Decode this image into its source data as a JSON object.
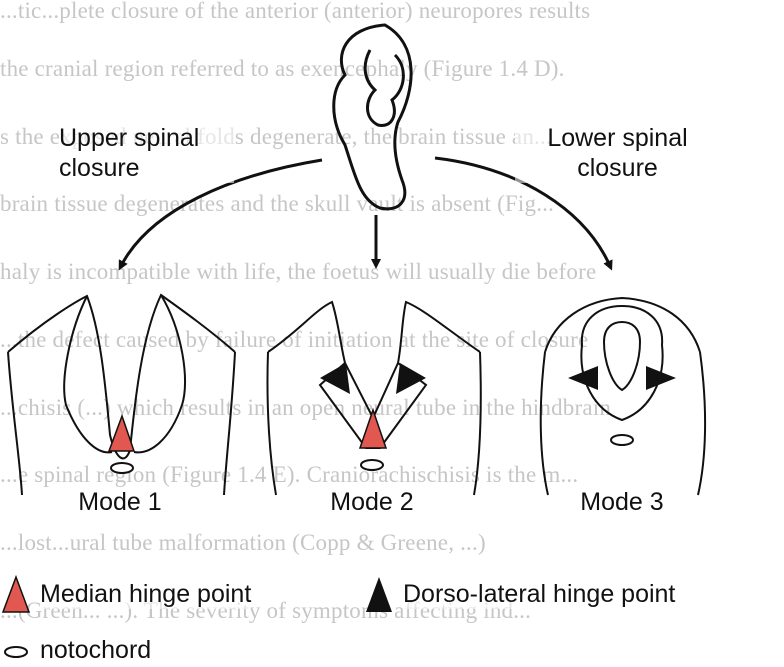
{
  "background_lines": [
    "...tic...plete closure of the anterior (anterior) neuropores results",
    "the cranial region referred to as exencephaly (Figure 1.4 D).",
    "s the exposed neural folds degenerate, the brain tissue an...",
    "brain tissue degenerates and the skull vault is absent (Fig...",
    "haly is incompatible with life, the foetus will usually die before",
    "...the defect caused by failure of initiation at the site of closure",
    "...chisis (...) which results in an open neural tube in the hindbrain",
    "...e spinal region (Figure 1.4 E). Craniorachischisis is the m...",
    "...lost...ural tube malformation (Copp & Greene, ...)",
    "...(Green... ...). The severity of symptoms affecting ind..."
  ],
  "labels": {
    "upper_closure": "Upper spinal\nclosure",
    "lower_closure": "Lower spinal\nclosure",
    "mode1": "Mode 1",
    "mode2": "Mode 2",
    "mode3": "Mode 3"
  },
  "legend": {
    "median": "Median hinge point",
    "dorsolateral": "Dorso-lateral hinge point",
    "notochord": "notochord"
  },
  "colors": {
    "median_hinge": "#e0584f",
    "dorsolateral_hinge": "#111111",
    "line": "#111111",
    "background_text": "#c6c6c6"
  }
}
